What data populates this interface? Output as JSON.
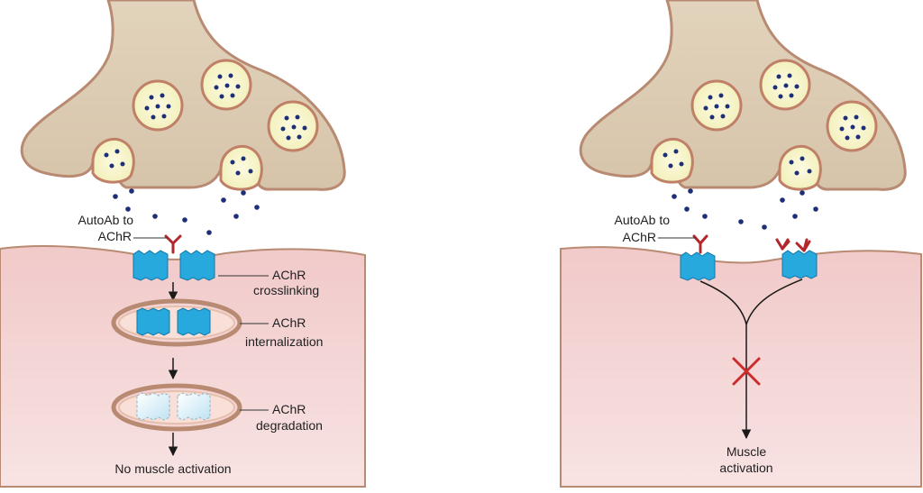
{
  "left_panel": {
    "autoab_label_line1": "AutoAb to",
    "autoab_label_line2": "AChR",
    "crosslinking_line1": "AChR",
    "crosslinking_line2": "crosslinking",
    "internalization_line1": "AChR",
    "internalization_line2": "internalization",
    "degradation_line1": "AChR",
    "degradation_line2": "degradation",
    "outcome": "No muscle activation"
  },
  "right_panel": {
    "autoab_label_line1": "AutoAb to",
    "autoab_label_line2": "AChR",
    "outcome_line1": "Muscle",
    "outcome_line2": "activation"
  },
  "colors": {
    "terminal_fill": "#dccbb2",
    "terminal_edge": "#b98a72",
    "muscle_fill": "#f4d4d4",
    "vesicle_fill": "#faf7c8",
    "receptor": "#27a9dd",
    "antibody": "#b3262c",
    "block_x": "#cc2b2b",
    "ach_dot": "#1d2f76"
  }
}
